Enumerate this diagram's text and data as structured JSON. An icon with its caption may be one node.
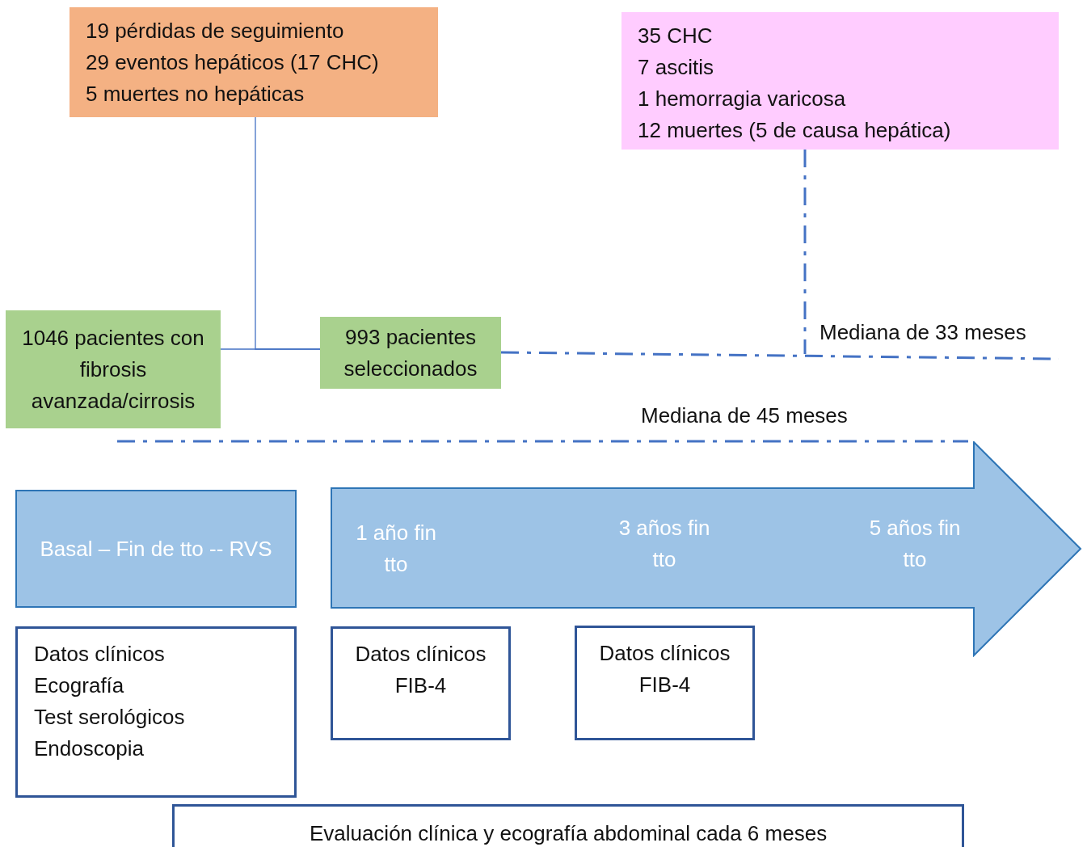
{
  "diagram": {
    "nodes": [
      {
        "text": [
          "19 pérdidas de seguimiento",
          "29 eventos hepáticos (17 CHC)",
          "5 muertes no hepáticas"
        ]
      },
      {
        "text": [
          "35 CHC",
          "7 ascitis",
          "1 hemorragia varicosa",
          "12 muertes (5 de causa hepática)"
        ]
      },
      {
        "text": [
          "1046 pacientes con fibrosis avanzada/cirrosis"
        ]
      },
      {
        "text": [
          "993 pacientes seleccionados"
        ]
      },
      {
        "text": [
          "Basal – Fin de tto -- RVS"
        ]
      },
      {
        "text": [
          "1 año fin tto",
          "3 años fin tto",
          "5 años fin tto"
        ]
      },
      {
        "text": [
          "Datos clínicos",
          "Ecografía",
          "Test serológicos",
          "Endoscopia"
        ]
      },
      {
        "text": [
          "Datos clínicos FIB-4"
        ]
      },
      {
        "text": [
          "Datos clínicos FIB-4"
        ]
      },
      {
        "text": [
          "Evaluación clínica y ecografía abdominal cada 6 meses"
        ]
      }
    ],
    "edges": [
      {
        "from": 2,
        "to": 3,
        "arrow": "none"
      },
      {
        "from": 0,
        "to": 3,
        "arrow": "none"
      },
      {
        "from": 3,
        "to": null,
        "arrow": "none",
        "style": "dashed",
        "label": "Mediana de 33 meses"
      },
      {
        "from": 1,
        "to": null,
        "arrow": "none",
        "style": "dashed"
      }
    ],
    "labels": [
      "Mediana de 45 meses"
    ]
  }
}
